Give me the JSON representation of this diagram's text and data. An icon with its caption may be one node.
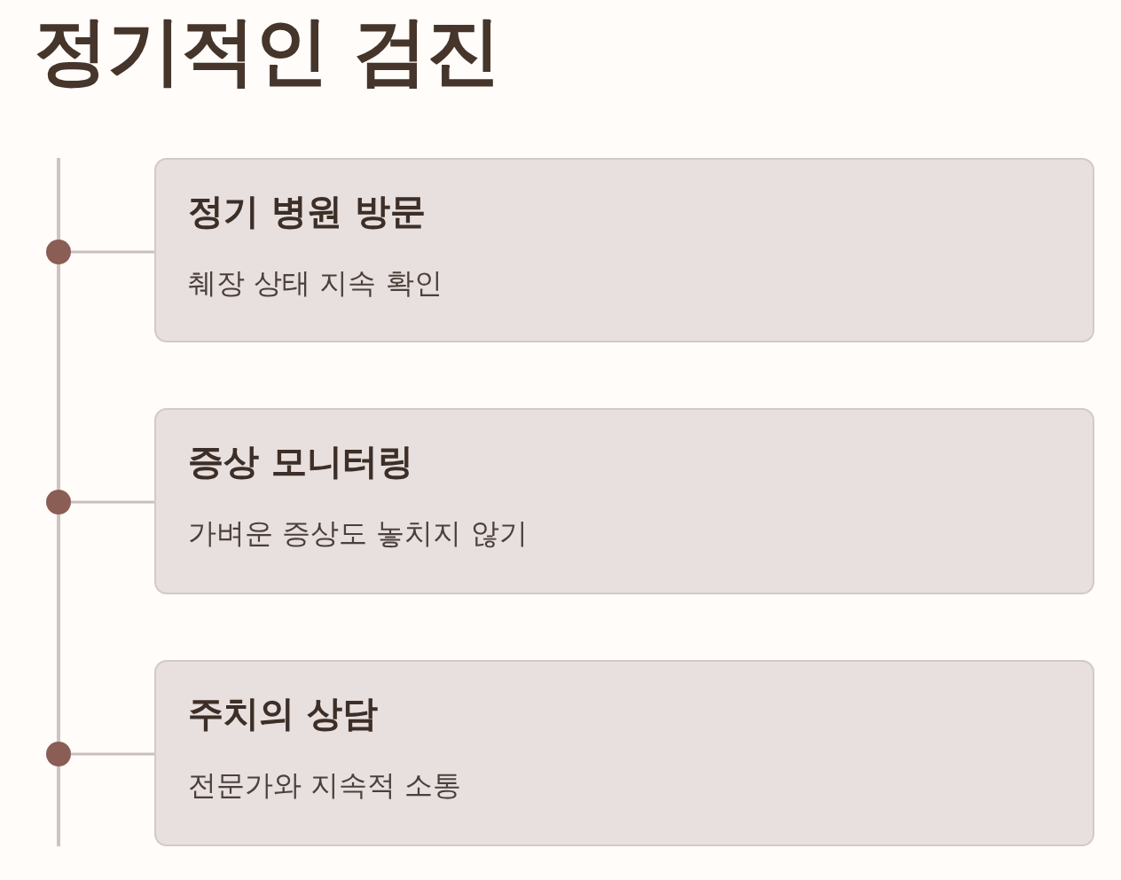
{
  "diagram": {
    "title": "정기적인 검진",
    "nodes": [
      {
        "text": [],
        "shape": "circle"
      },
      {
        "text": [
          "정기 병원 방문",
          "췌장 상태 지속 확인"
        ]
      },
      {
        "text": [],
        "shape": "circle"
      },
      {
        "text": [
          "증상 모니터링",
          "가벼운 증상도 놓치지 않기"
        ]
      },
      {
        "text": [],
        "shape": "circle"
      },
      {
        "text": [
          "주치의 상담",
          "전문가와 지속적 소통"
        ]
      }
    ],
    "edges": [
      {
        "from": 0,
        "to": 1,
        "arrow": "none"
      },
      {
        "from": 2,
        "to": 3,
        "arrow": "none"
      },
      {
        "from": 4,
        "to": 5,
        "arrow": "none"
      }
    ]
  }
}
